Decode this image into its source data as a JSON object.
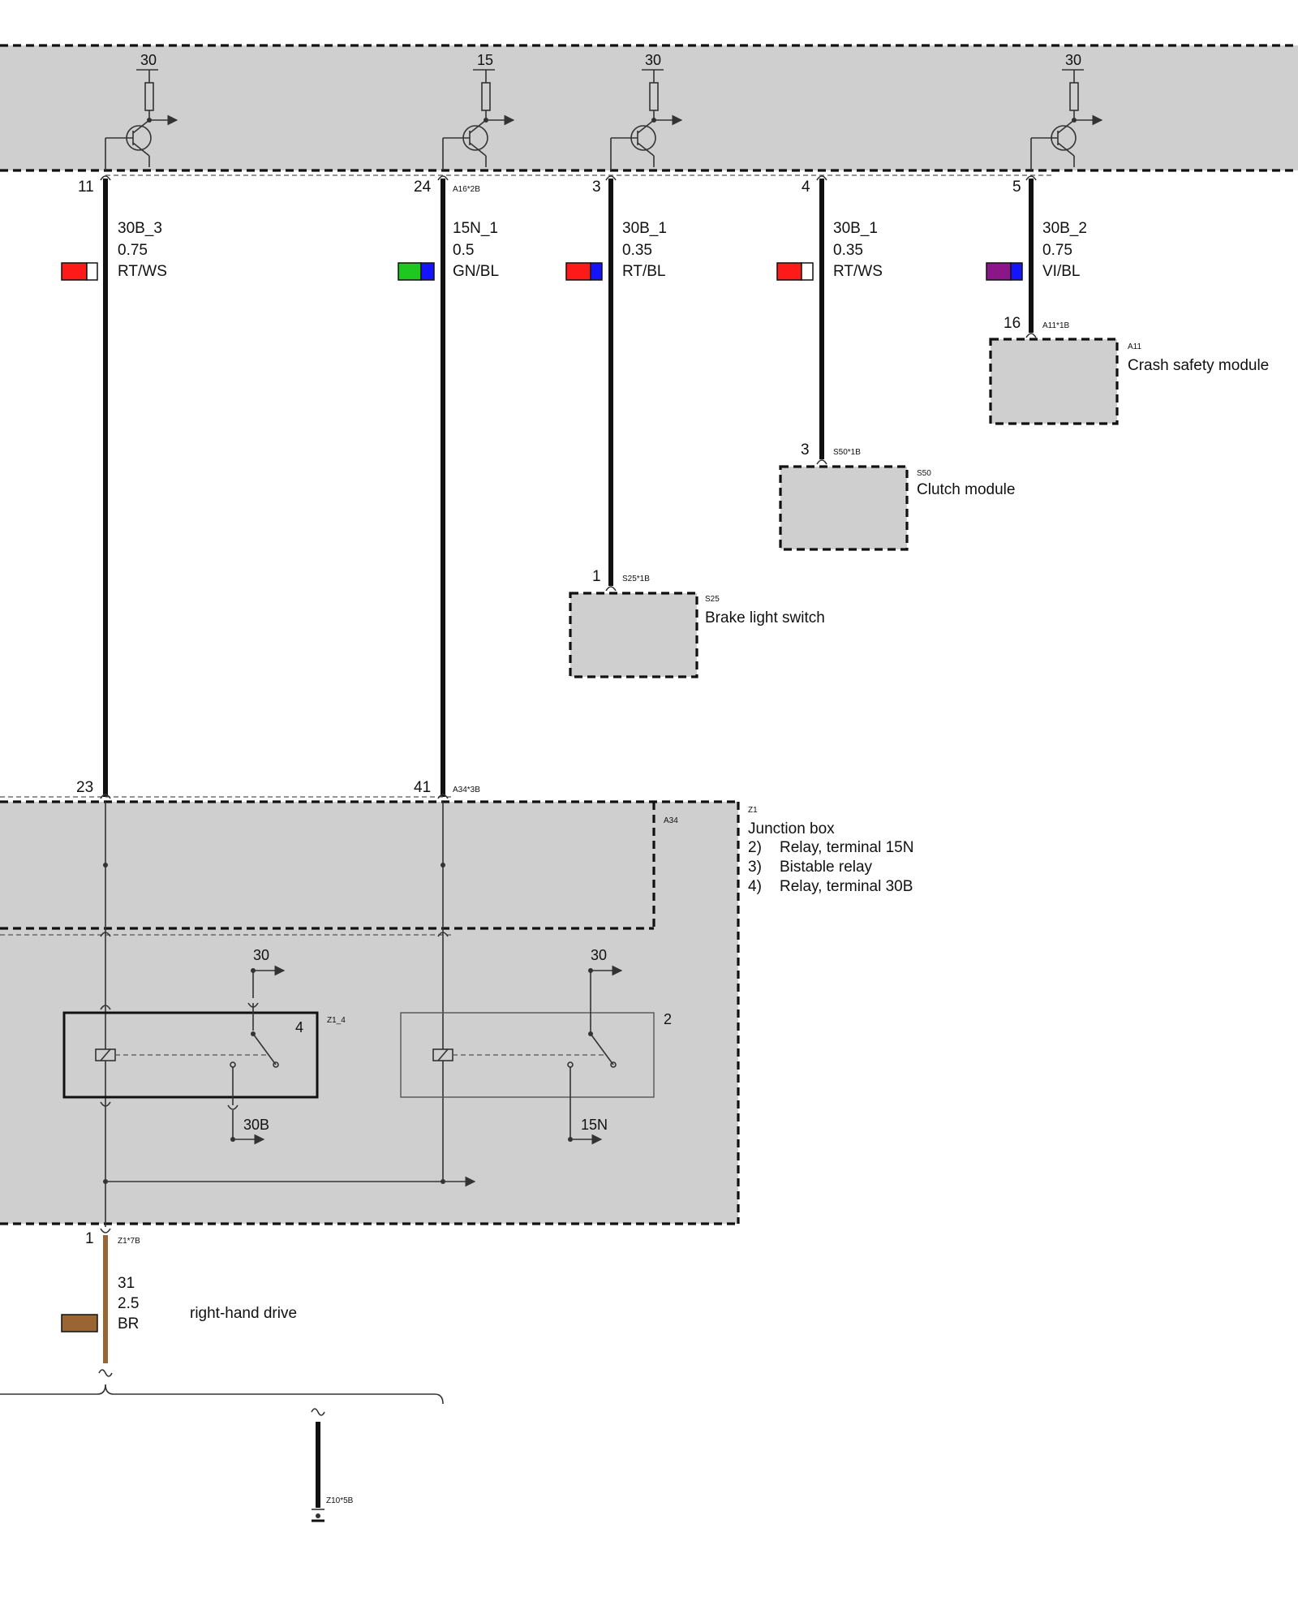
{
  "colors": {
    "module_fill": "#cfcfcf",
    "wire": "#111111",
    "RT": "#ff1a1a",
    "WS": "#ffffff",
    "GN": "#1ec81e",
    "BL": "#1414ff",
    "VI": "#8a168a",
    "BR": "#9a6433"
  },
  "top_module": {
    "supplies": [
      "30",
      "15",
      "30",
      "30"
    ],
    "pins": [
      {
        "pin": "11",
        "connector": ""
      },
      {
        "pin": "24",
        "connector": "A16*2B"
      },
      {
        "pin": "3",
        "connector": ""
      },
      {
        "pin": "4",
        "connector": ""
      },
      {
        "pin": "5",
        "connector": ""
      }
    ]
  },
  "wires": [
    {
      "circuit": "30B_3",
      "size": "0.75",
      "color": "RT/WS",
      "swatch": [
        "RT",
        "WS"
      ]
    },
    {
      "circuit": "15N_1",
      "size": "0.5",
      "color": "GN/BL",
      "swatch": [
        "GN",
        "BL"
      ]
    },
    {
      "circuit": "30B_1",
      "size": "0.35",
      "color": "RT/BL",
      "swatch": [
        "RT",
        "BL"
      ]
    },
    {
      "circuit": "30B_1",
      "size": "0.35",
      "color": "RT/WS",
      "swatch": [
        "RT",
        "WS"
      ]
    },
    {
      "circuit": "30B_2",
      "size": "0.75",
      "color": "VI/BL",
      "swatch": [
        "VI",
        "BL"
      ]
    }
  ],
  "components": {
    "brake": {
      "pin": "1",
      "connector": "S25*1B",
      "id": "S25",
      "name": "Brake light switch"
    },
    "clutch": {
      "pin": "3",
      "connector": "S50*1B",
      "id": "S50",
      "name": "Clutch module"
    },
    "crash": {
      "pin": "16",
      "connector": "A11*1B",
      "id": "A11",
      "name": "Crash safety module"
    }
  },
  "junction_box": {
    "id": "Z1",
    "title": "Junction box",
    "notes": [
      {
        "num": "2)",
        "text": "Relay, terminal 15N"
      },
      {
        "num": "3)",
        "text": "Bistable relay"
      },
      {
        "num": "4)",
        "text": "Relay, terminal 30B"
      }
    ],
    "inner_id": "A34",
    "pins": [
      {
        "pin": "23",
        "connector": ""
      },
      {
        "pin": "41",
        "connector": "A34*3B"
      }
    ],
    "relay_left": {
      "number": "4",
      "id": "Z1_4",
      "supply": "30",
      "output": "30B"
    },
    "relay_right": {
      "number": "2",
      "supply": "30",
      "output": "15N"
    }
  },
  "ground": {
    "pin": "1",
    "connector": "Z1*7B",
    "circuit": "31",
    "size": "2.5",
    "color": "BR",
    "note": "right-hand drive",
    "end_connector": "Z10*5B"
  }
}
